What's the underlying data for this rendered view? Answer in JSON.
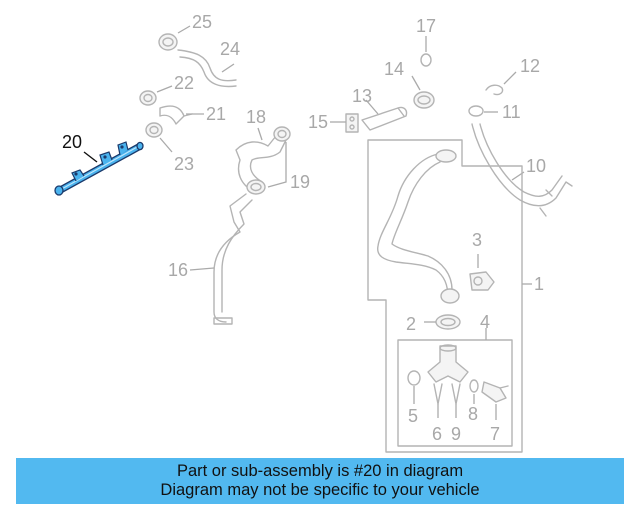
{
  "diagram": {
    "highlight_color": "#4ab3ee",
    "accent_stroke": "#1b3a6b",
    "callouts": {
      "c1": "1",
      "c2": "2",
      "c3": "3",
      "c4": "4",
      "c5": "5",
      "c6": "6",
      "c7": "7",
      "c8": "8",
      "c9": "9",
      "c10": "10",
      "c11": "11",
      "c12": "12",
      "c13": "13",
      "c14": "14",
      "c15": "15",
      "c16": "16",
      "c17": "17",
      "c18": "18",
      "c19": "19",
      "c20": "20",
      "c21": "21",
      "c22": "22",
      "c23": "23",
      "c24": "24",
      "c25": "25"
    },
    "highlighted_part": "20"
  },
  "banner": {
    "line1": "Part or sub-assembly is #20 in diagram",
    "line2": "Diagram may not be specific to your vehicle",
    "background": "#52b9f0"
  }
}
